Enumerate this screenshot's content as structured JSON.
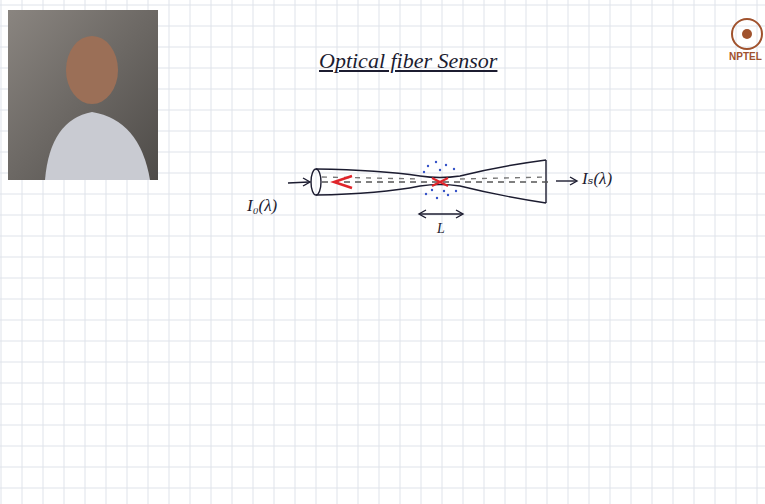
{
  "diagram": {
    "title": "Optical fiber Sensor",
    "labels": [
      "I₀(λ)",
      "Iₛ(λ)",
      "L",
      "NPTEL"
    ]
  }
}
